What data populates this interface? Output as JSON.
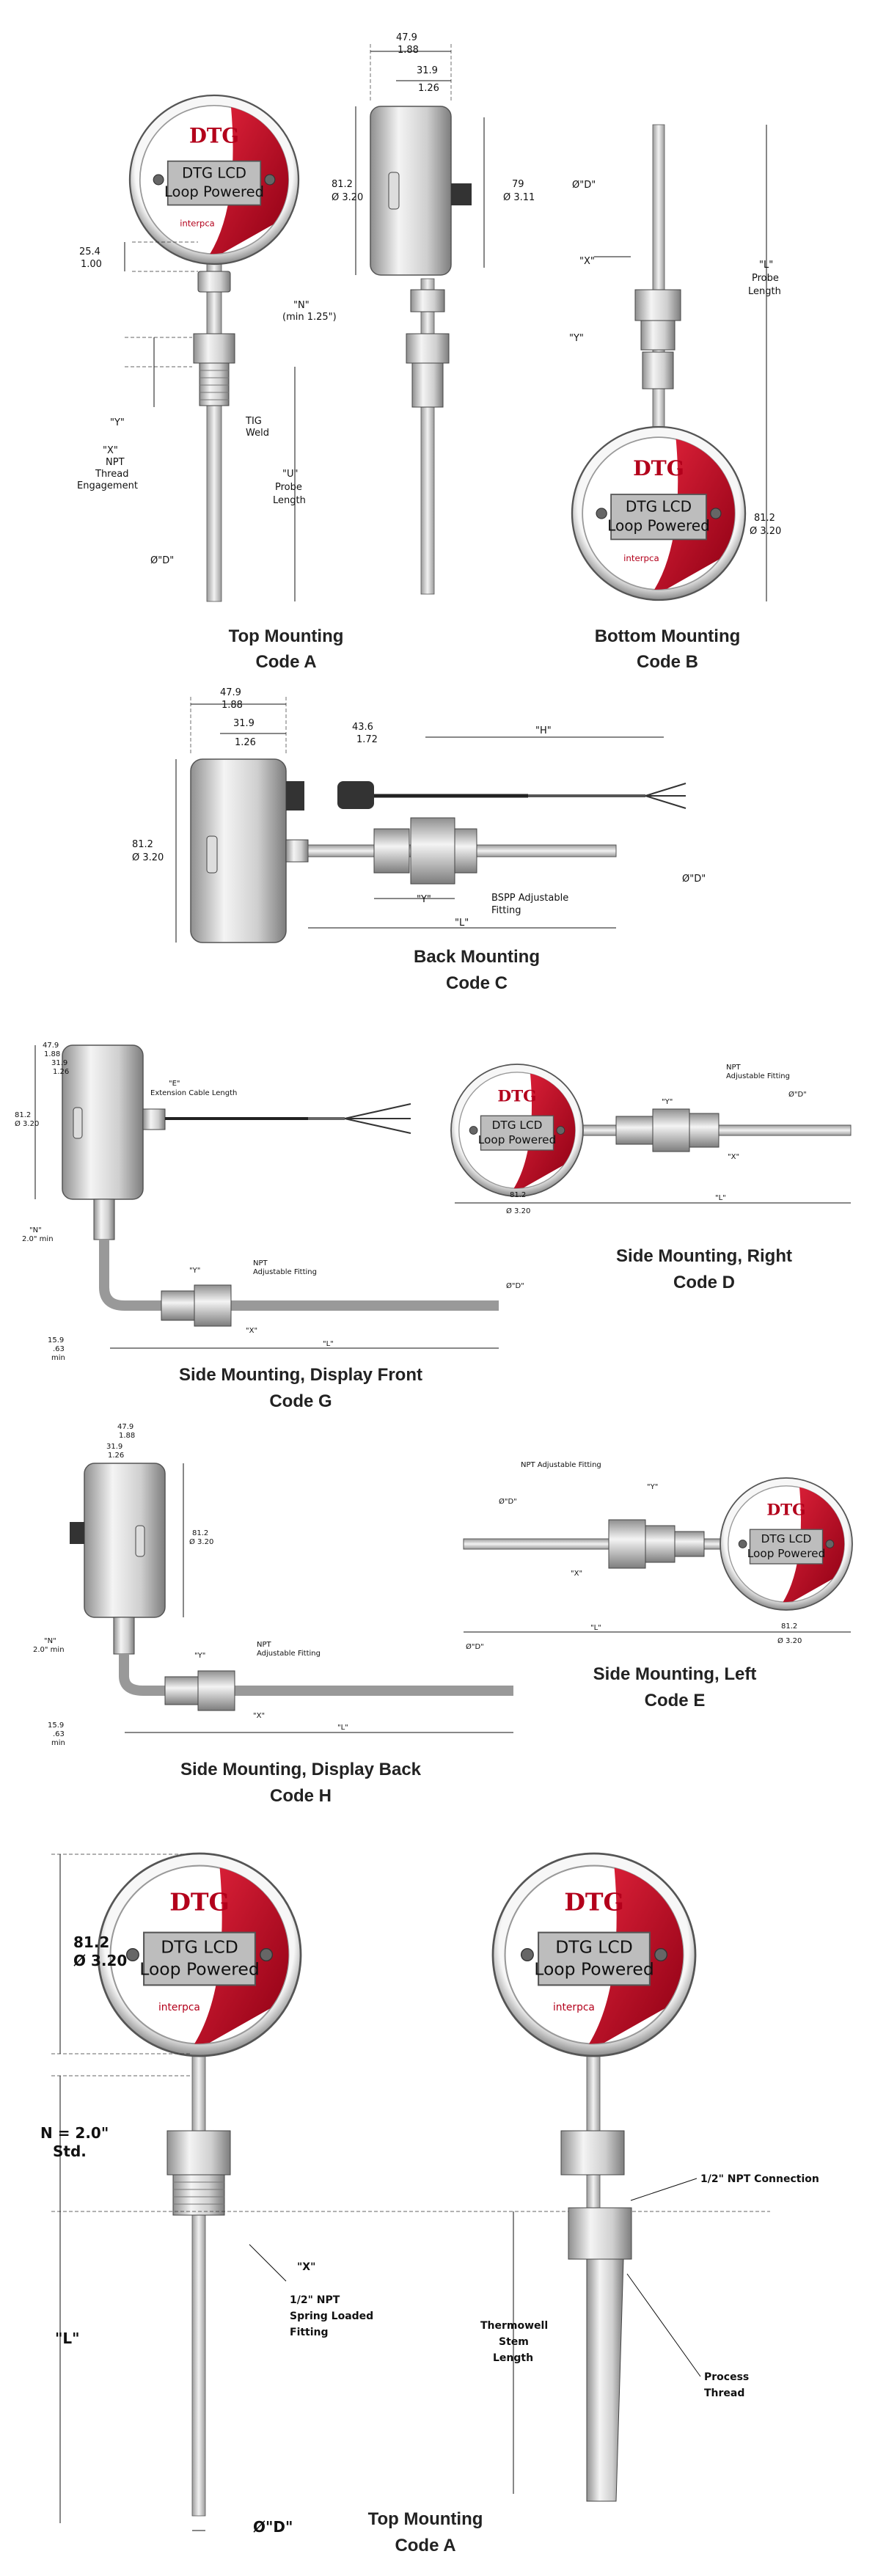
{
  "gauge": {
    "brand": "DTG",
    "line1": "DTG LCD",
    "line2": "Loop Powered",
    "logo": "interpca",
    "colors": {
      "red": "#c0001d",
      "lcd": "#bdbdbd",
      "metal": "#d9d9d9"
    }
  },
  "dims": {
    "width_mm": "47.9",
    "width_in": "1.88",
    "body_mm": "31.9",
    "body_in": "1.26",
    "dia_mm": "81.2",
    "dia_in": "Ø 3.20",
    "stem_mm": "25.4",
    "stem_in": "1.00",
    "back_mm": "79",
    "back_in": "Ø 3.11",
    "cable_mm": "43.6",
    "cable_in": "1.72",
    "min_mm": "15.9",
    "min_in": ".63",
    "min": "min"
  },
  "labels": {
    "N_min": "\"N\"",
    "N_min2": "(min 1.25\")",
    "Y": "\"Y\"",
    "X": "\"X\"",
    "X_npt": "\"X\"",
    "npt": "NPT",
    "thread": "Thread",
    "engagement": "Engagement",
    "tig": "TIG",
    "weld": "Weld",
    "U": "\"U\"",
    "probe": "Probe",
    "length": "Length",
    "D": "Ø\"D\"",
    "L": "\"L\"",
    "H": "\"H\"",
    "bspp1": "BSPP Adjustable",
    "bspp2": "Fitting",
    "npt_adj1": "NPT",
    "npt_adj2": "Adjustable Fitting",
    "npt_adj": "NPT Adjustable Fitting",
    "E": "\"E\"",
    "ext_cable": "Extension Cable Length",
    "N_short": "\"N\"",
    "N_20": "2.0\" min",
    "N_std": "N = 2.0\"",
    "std": "Std.",
    "npt_spring1": "1/2\" NPT",
    "npt_spring2": "Spring Loaded",
    "npt_spring3": "Fitting",
    "npt_conn": "1/2\" NPT Connection",
    "thermowell1": "Thermowell",
    "thermowell2": "Stem",
    "thermowell3": "Length",
    "process1": "Process",
    "process2": "Thread"
  },
  "captions": {
    "top_a": [
      "Top Mounting",
      "Code A"
    ],
    "bottom_b": [
      "Bottom Mounting",
      "Code B"
    ],
    "back_c": [
      "Back Mounting",
      "Code C"
    ],
    "side_d": [
      "Side Mounting, Right",
      "Code D"
    ],
    "side_g": [
      "Side Mounting, Display Front",
      "Code G"
    ],
    "side_e": [
      "Side Mounting, Left",
      "Code E"
    ],
    "side_h": [
      "Side Mounting, Display Back",
      "Code H"
    ],
    "top_a2": [
      "Top Mounting",
      "Code A"
    ]
  }
}
